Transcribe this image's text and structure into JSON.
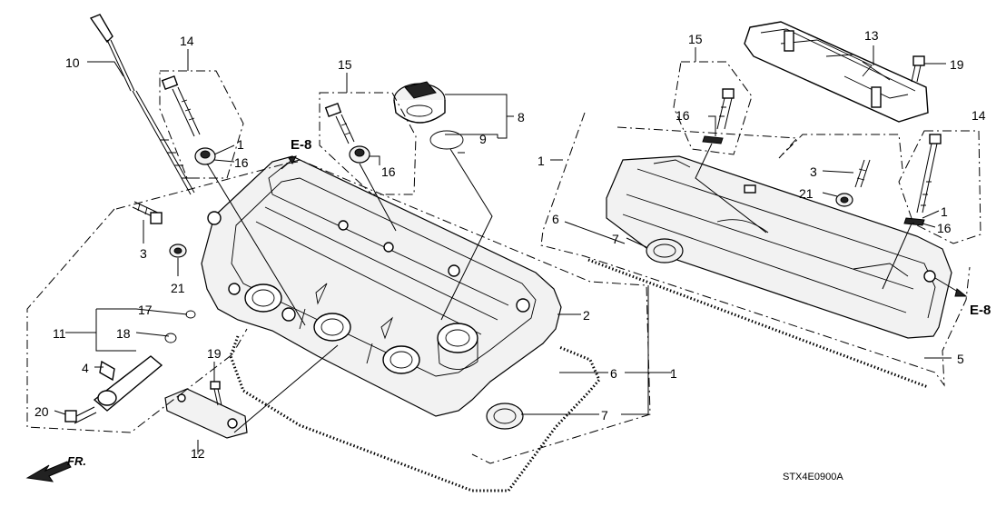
{
  "diagram": {
    "code": "STX4E0900A",
    "direction_label": "FR.",
    "ref_left": "E-8",
    "ref_right": "E-8",
    "callouts": [
      {
        "id": "c10",
        "text": "10"
      },
      {
        "id": "c14a",
        "text": "14"
      },
      {
        "id": "c1a",
        "text": "1"
      },
      {
        "id": "c16a",
        "text": "16"
      },
      {
        "id": "c15a",
        "text": "15"
      },
      {
        "id": "c16b",
        "text": "16"
      },
      {
        "id": "c8",
        "text": "8"
      },
      {
        "id": "c9",
        "text": "9"
      },
      {
        "id": "c3a",
        "text": "3"
      },
      {
        "id": "c21a",
        "text": "21"
      },
      {
        "id": "c17",
        "text": "17"
      },
      {
        "id": "c11",
        "text": "11"
      },
      {
        "id": "c18",
        "text": "18"
      },
      {
        "id": "c4",
        "text": "4"
      },
      {
        "id": "c20",
        "text": "20"
      },
      {
        "id": "c19a",
        "text": "19"
      },
      {
        "id": "c12",
        "text": "12"
      },
      {
        "id": "c2",
        "text": "2"
      },
      {
        "id": "c6a",
        "text": "6"
      },
      {
        "id": "c1b",
        "text": "1"
      },
      {
        "id": "c7a",
        "text": "7"
      },
      {
        "id": "c15b",
        "text": "15"
      },
      {
        "id": "c13",
        "text": "13"
      },
      {
        "id": "c19b",
        "text": "19"
      },
      {
        "id": "c16c",
        "text": "16"
      },
      {
        "id": "c1c",
        "text": "1"
      },
      {
        "id": "c3b",
        "text": "3"
      },
      {
        "id": "c21b",
        "text": "21"
      },
      {
        "id": "c14b",
        "text": "14"
      },
      {
        "id": "c1d",
        "text": "1"
      },
      {
        "id": "c16d",
        "text": "16"
      },
      {
        "id": "c6b",
        "text": "6"
      },
      {
        "id": "c7b",
        "text": "7"
      },
      {
        "id": "c5",
        "text": "5"
      }
    ]
  }
}
